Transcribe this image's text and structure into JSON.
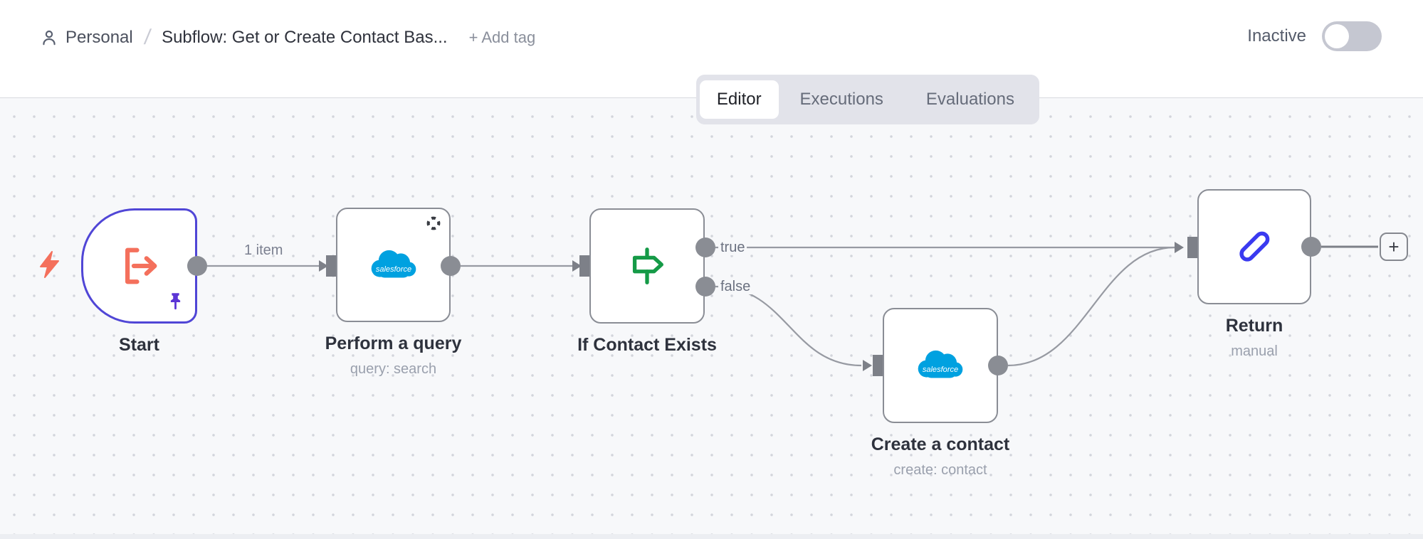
{
  "header": {
    "breadcrumb": {
      "project": "Personal",
      "separator": "/",
      "title": "Subflow: Get or Create Contact Bas...",
      "add_tag_label": "+ Add tag"
    },
    "activation": {
      "label": "Inactive",
      "state": "off"
    }
  },
  "tabs": {
    "editor": "Editor",
    "executions": "Executions",
    "evaluations": "Evaluations"
  },
  "canvas": {
    "salesforce_logo_text": "salesforce",
    "connection_labels": {
      "start_to_query": "1 item"
    },
    "nodes": {
      "start": {
        "title": "Start",
        "icon": "log-out-icon",
        "pinned": true
      },
      "perform_query": {
        "title": "Perform a query",
        "subtitle": "query: search",
        "icon": "salesforce-logo"
      },
      "if_contact_exists": {
        "title": "If Contact Exists",
        "icon": "signpost-icon",
        "outputs": {
          "true_label": "true",
          "false_label": "false"
        }
      },
      "create_contact": {
        "title": "Create a contact",
        "subtitle": "create: contact",
        "icon": "salesforce-logo"
      },
      "return_node": {
        "title": "Return",
        "subtitle": "manual",
        "icon": "pencil-icon"
      }
    },
    "add_node_button_label": "+",
    "colors": {
      "trigger_border": "#5046d6",
      "node_border": "#8a8d95",
      "coral": "#f4705c",
      "green": "#159a47",
      "pencil_blue": "#3a3af0",
      "salesforce_blue": "#00a1e0",
      "pin_purple": "#5b35d5",
      "connector_gray": "#8a8d94"
    }
  }
}
